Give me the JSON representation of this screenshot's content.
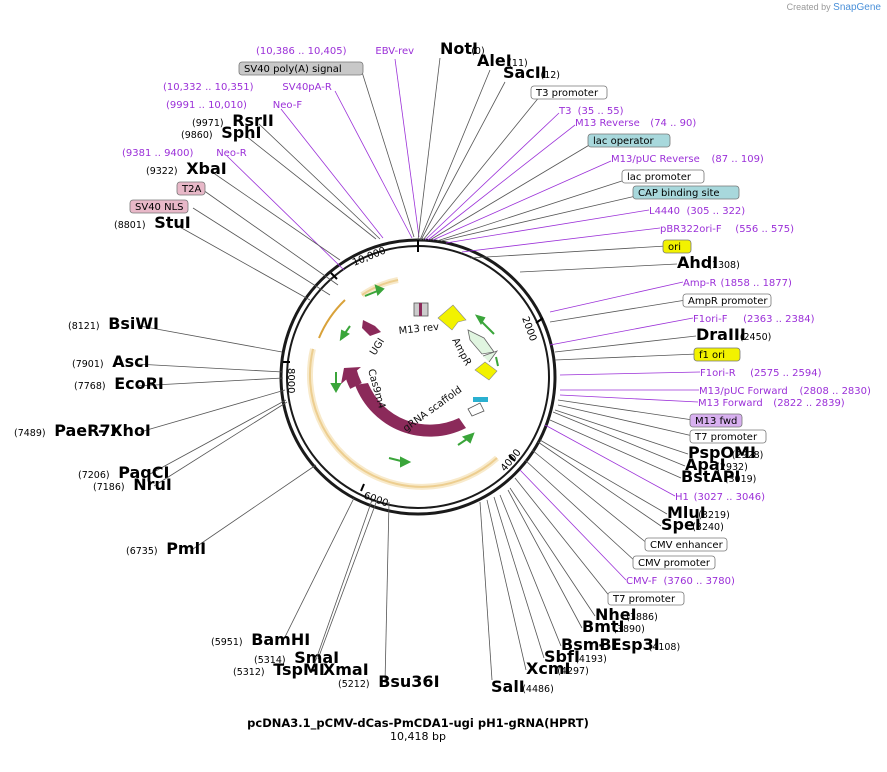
{
  "watermark": {
    "created_by": "Created by",
    "brand": "SnapGene"
  },
  "title": "pcDNA3.1_pCMV-dCas-PmCDA1-ugi pH1-gRNA(HPRT)",
  "subtitle": "10,418 bp",
  "ticks": [
    "2000",
    "4000",
    "6000",
    "8000",
    "10,000"
  ],
  "inner_labels": [
    "M13 rev",
    "AmpR",
    "UGI",
    "Cas9m4",
    "gRNA scaffold"
  ],
  "labels": [
    {
      "id": "ebv-rev",
      "pre": "(10,386 .. 10,405)",
      "name": "EBV-rev",
      "kind": "feature-purple"
    },
    {
      "id": "noti",
      "name": "NotI",
      "pos": "(0)",
      "kind": "site"
    },
    {
      "id": "alei",
      "name": "AleI",
      "pos": "(11)",
      "kind": "site"
    },
    {
      "id": "sacii",
      "name": "SacII",
      "pos": "(12)",
      "kind": "site"
    },
    {
      "id": "t3-promoter",
      "name": "T3 promoter",
      "kind": "box-white"
    },
    {
      "id": "sv40-polya",
      "name": "SV40 poly(A) signal",
      "kind": "box-gray"
    },
    {
      "id": "sv40pa-r",
      "pre": "(10,332 .. 10,351)",
      "name": "SV40pA-R",
      "kind": "feature-purple"
    },
    {
      "id": "t3",
      "name": "T3",
      "post": "(35 .. 55)",
      "kind": "feature-purple"
    },
    {
      "id": "neo-f",
      "pre": "(9991 .. 10,010)",
      "name": "Neo-F",
      "kind": "feature-purple"
    },
    {
      "id": "m13-reverse",
      "name": "M13 Reverse",
      "post": "(74 .. 90)",
      "kind": "feature-purple"
    },
    {
      "id": "rsrii",
      "pos": "(9971)",
      "name": "RsrII",
      "kind": "site-left"
    },
    {
      "id": "lac-operator",
      "name": "lac operator",
      "kind": "box-teal"
    },
    {
      "id": "sphi",
      "pos": "(9860)",
      "name": "SphI",
      "kind": "site-left"
    },
    {
      "id": "m13puc-reverse",
      "name": "M13/pUC Reverse",
      "post": "(87 .. 109)",
      "kind": "feature-purple"
    },
    {
      "id": "neo-r",
      "pre": "(9381 .. 9400)",
      "name": "Neo-R",
      "kind": "feature-purple"
    },
    {
      "id": "lac-promoter",
      "name": "lac promoter",
      "kind": "box-white"
    },
    {
      "id": "xbai",
      "pos": "(9322)",
      "name": "XbaI",
      "kind": "site-left"
    },
    {
      "id": "cap-binding",
      "name": "CAP binding site",
      "kind": "box-teal"
    },
    {
      "id": "t2a",
      "name": "T2A",
      "kind": "box-pink"
    },
    {
      "id": "sv40-nls",
      "name": "SV40 NLS",
      "kind": "box-pink"
    },
    {
      "id": "l4440",
      "name": "L4440",
      "post": "(305 .. 322)",
      "kind": "feature-purple"
    },
    {
      "id": "stui",
      "pos": "(8801)",
      "name": "StuI",
      "kind": "site-left"
    },
    {
      "id": "pbr322ori-f",
      "name": "pBR322ori-F",
      "post": "(556 .. 575)",
      "kind": "feature-purple"
    },
    {
      "id": "ori",
      "name": "ori",
      "kind": "box-yellow"
    },
    {
      "id": "ahdi",
      "name": "AhdI",
      "pos": "(1308)",
      "kind": "site"
    },
    {
      "id": "amp-r",
      "name": "Amp-R",
      "post": "(1858 .. 1877)",
      "kind": "feature-purple"
    },
    {
      "id": "ampr-promoter",
      "name": "AmpR promoter",
      "kind": "box-white"
    },
    {
      "id": "bsiwi",
      "pos": "(8121)",
      "name": "BsiWI",
      "kind": "site-left"
    },
    {
      "id": "f1ori-f",
      "name": "F1ori-F",
      "post": "(2363 .. 2384)",
      "kind": "feature-purple"
    },
    {
      "id": "draiii",
      "name": "DraIII",
      "pos": "(2450)",
      "kind": "site"
    },
    {
      "id": "asci",
      "pos": "(7901)",
      "name": "AscI",
      "kind": "site-left"
    },
    {
      "id": "f1-ori",
      "name": "f1 ori",
      "kind": "box-yellow"
    },
    {
      "id": "ecori",
      "pos": "(7768)",
      "name": "EcoRI",
      "kind": "site-left"
    },
    {
      "id": "f1ori-r",
      "name": "F1ori-R",
      "post": "(2575 .. 2594)",
      "kind": "feature-purple"
    },
    {
      "id": "m13puc-forward",
      "name": "M13/pUC Forward",
      "post": "(2808 .. 2830)",
      "kind": "feature-purple"
    },
    {
      "id": "m13-forward",
      "name": "M13 Forward",
      "post": "(2822 .. 2839)",
      "kind": "feature-purple"
    },
    {
      "id": "m13-fwd",
      "name": "M13 fwd",
      "kind": "box-violet"
    },
    {
      "id": "paer7i-xhoi",
      "pos": "(7489)",
      "name": "PaeR7I",
      "name2": "- XhoI",
      "kind": "site-left"
    },
    {
      "id": "t7-promoter-1",
      "name": "T7 promoter",
      "kind": "box-white"
    },
    {
      "id": "pspomi",
      "name": "PspOMI",
      "pos": "(2928)",
      "kind": "site"
    },
    {
      "id": "apai",
      "name": "ApaI",
      "pos": "(2932)",
      "kind": "site"
    },
    {
      "id": "paqci",
      "pos": "(7206)",
      "name": "PaqCI",
      "kind": "site-left"
    },
    {
      "id": "bstapi",
      "name": "BstAPI",
      "pos": "(3019)",
      "kind": "site"
    },
    {
      "id": "nrui",
      "pos": "(7186)",
      "name": "NruI",
      "kind": "site-left"
    },
    {
      "id": "h1",
      "name": "H1",
      "post": "(3027 .. 3046)",
      "kind": "feature-purple"
    },
    {
      "id": "mlui",
      "name": "MluI",
      "pos": "(3219)",
      "kind": "site"
    },
    {
      "id": "spei",
      "name": "SpeI",
      "pos": "(3240)",
      "kind": "site"
    },
    {
      "id": "cmv-enhancer",
      "name": "CMV enhancer",
      "kind": "box-white"
    },
    {
      "id": "pmli",
      "pos": "(6735)",
      "name": "PmlI",
      "kind": "site-left"
    },
    {
      "id": "cmv-promoter",
      "name": "CMV promoter",
      "kind": "box-white"
    },
    {
      "id": "cmv-f",
      "name": "CMV-F",
      "post": "(3760 .. 3780)",
      "kind": "feature-purple"
    },
    {
      "id": "t7-promoter-2",
      "name": "T7 promoter",
      "kind": "box-white"
    },
    {
      "id": "nhei",
      "name": "NheI",
      "pos": "(3886)",
      "kind": "site"
    },
    {
      "id": "bmti",
      "name": "BmtI",
      "pos": "(3890)",
      "kind": "site"
    },
    {
      "id": "bamhi",
      "pos": "(5951)",
      "name": "BamHI",
      "kind": "site-left"
    },
    {
      "id": "bsmbi-esp3i",
      "name": "BsmBI",
      "name2": "- Esp3I",
      "pos": "(4108)",
      "kind": "site"
    },
    {
      "id": "sbfi",
      "name": "SbfI",
      "pos": "(4193)",
      "kind": "site"
    },
    {
      "id": "smai",
      "pos": "(5314)",
      "name": "SmaI",
      "kind": "site-left"
    },
    {
      "id": "tspmi-xmai",
      "pos": "(5312)",
      "name": "TspMI",
      "name2": "- XmaI",
      "kind": "site-left"
    },
    {
      "id": "xcmi",
      "name": "XcmI",
      "pos": "(4297)",
      "kind": "site"
    },
    {
      "id": "bsu36i",
      "pos": "(5212)",
      "name": "Bsu36I",
      "kind": "site-left"
    },
    {
      "id": "sali",
      "name": "SalI",
      "pos": "(4486)",
      "kind": "site"
    }
  ],
  "colors": {
    "backbone": "#1a1a1a",
    "purple": "#9b30d8",
    "maroon": "#8b2a5a",
    "orange": "#d9a23a",
    "green": "#3aa53a",
    "yellow": "#f2f200",
    "teal": "#a8d8dc",
    "gray": "#c8c8c8",
    "pink": "#e8b8c8",
    "violet": "#d8b0f0"
  }
}
